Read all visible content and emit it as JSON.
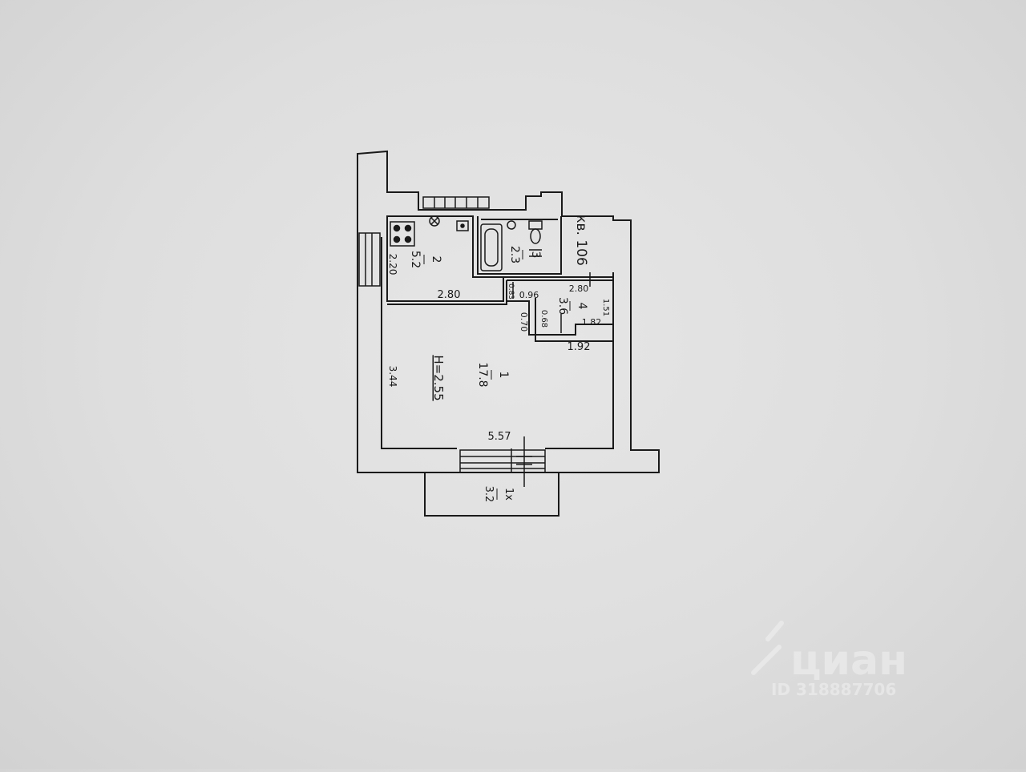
{
  "plan": {
    "apartment_label": "кв. 106",
    "ceiling_height": "H=2.55",
    "rooms": [
      {
        "number": "1",
        "area": "17.8"
      },
      {
        "number": "2",
        "area": "5.2"
      },
      {
        "number": "3",
        "area": "2.3"
      },
      {
        "number": "4",
        "area": "3.6"
      },
      {
        "number": "1х",
        "area": "3.2"
      }
    ],
    "dimensions": {
      "room2_height": "2.20",
      "room2_width": "2.80",
      "room1_height": "3.44",
      "room1_width": "5.57",
      "hall_top_width": "2.80",
      "hall_right_height": "1.51",
      "hall_inner_width": "1.82",
      "hall_bottom_width": "1.92",
      "corridor_width": "0.96",
      "corridor_height": "0.83",
      "step_a": "0.68",
      "step_b": "0.70"
    }
  },
  "watermark": {
    "brand": "циан",
    "id_text": "ID 318887706"
  },
  "colors": {
    "background": "#dedede",
    "line": "#1a1a1a"
  }
}
